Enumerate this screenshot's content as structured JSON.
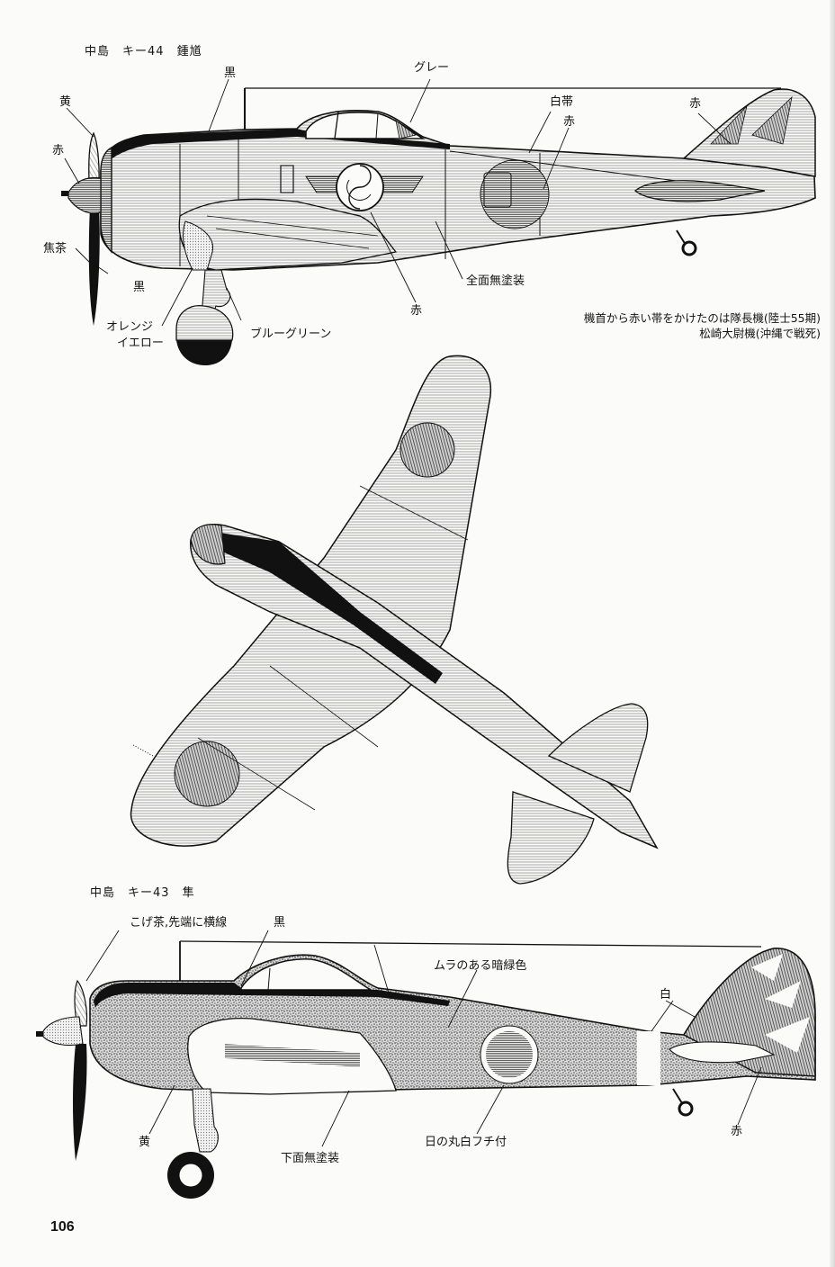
{
  "page": {
    "number": "106"
  },
  "ki44": {
    "title": {
      "maker": "中島",
      "type": "キー44",
      "name": "鍾馗"
    },
    "labels": {
      "black_cowl": "黒",
      "grey_canopy": "グレー",
      "white_band": "白帯",
      "red_hinomaru": "赤",
      "red_tail": "赤",
      "yellow_tip": "黄",
      "red_spinner": "赤",
      "dark_brown": "焦茶",
      "black_prop": "黒",
      "orange_yellow_1": "オレンジ",
      "orange_yellow_2": "イエロー",
      "blue_green": "ブルーグリーン",
      "red_emblem": "赤",
      "unpainted": "全面無塗装"
    },
    "note": {
      "line1": "機首から赤い帯をかけたのは隊長機(陸士55期)",
      "line2": "松崎大尉機(沖縄で戦死)"
    }
  },
  "ki43": {
    "title": {
      "maker": "中島",
      "type": "キー43",
      "name": "隼"
    },
    "labels": {
      "prop_color": "こげ茶,先端に横線",
      "black_cowl": "黒",
      "mottled_green": "ムラのある暗緑色",
      "white": "白",
      "yellow": "黄",
      "underside": "下面無塗装",
      "hinomaru_border": "日の丸白フチ付",
      "red": "赤"
    }
  },
  "colors": {
    "ink": "#111111",
    "paper": "#fbfbf9",
    "hatch": "#9a9a9a",
    "stipple": "#3a3a3a"
  }
}
